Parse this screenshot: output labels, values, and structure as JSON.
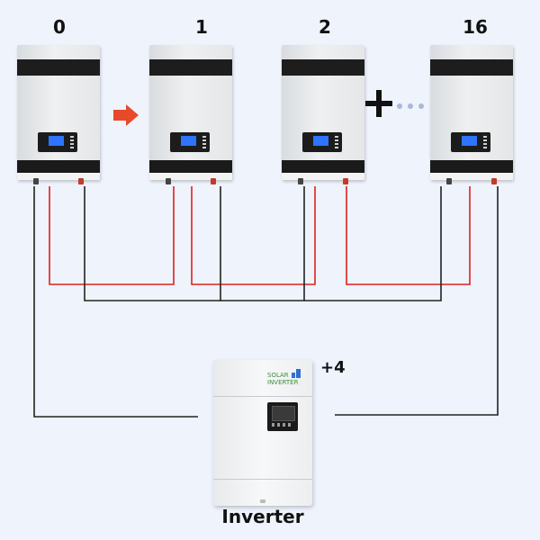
{
  "batteries": [
    {
      "label": "0"
    },
    {
      "label": "1"
    },
    {
      "label": "2"
    },
    {
      "label": "16"
    }
  ],
  "inverter": {
    "label": "Inverter",
    "count": "+4",
    "brand_line1": "SOLAR",
    "brand_line2": "INVERTER"
  },
  "icons": {
    "arrow": "right-arrow-icon",
    "plus": "plus-icon",
    "dots": "ellipsis-icon"
  },
  "colors": {
    "background": "#eef3fc",
    "positive_wire": "#e02020",
    "negative_wire": "#222222",
    "arrow": "#e8492b",
    "screen": "#2e74ff",
    "dots": "#a9b9d6"
  }
}
